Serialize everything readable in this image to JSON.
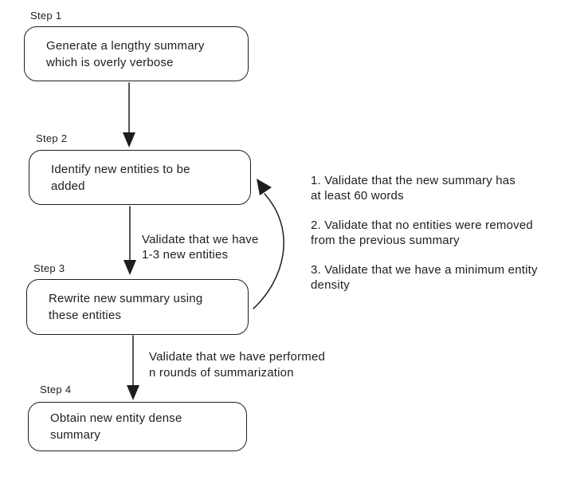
{
  "steps": [
    {
      "label": "Step 1",
      "line1": "Generate a lengthy summary",
      "line2": "which is overly verbose"
    },
    {
      "label": "Step 2",
      "line1": "Identify new entities to be",
      "line2": "added"
    },
    {
      "label": "Step 3",
      "line1": "Rewrite new summary using",
      "line2": "these entities"
    },
    {
      "label": "Step 4",
      "line1": "Obtain new entity dense",
      "line2": "summary"
    }
  ],
  "edge_labels": {
    "step2_to_step3": {
      "line1": "Validate that we have",
      "line2": "1-3 new entities"
    },
    "step3_to_step4": {
      "line1": "Validate that we have performed",
      "line2": "n rounds of summarization"
    }
  },
  "validations": [
    {
      "line1": "1. Validate that the new summary has",
      "line2": "at least 60 words"
    },
    {
      "line1": "2. Validate that no entities were removed",
      "line2": "from the previous summary"
    },
    {
      "line1": "3. Validate that we have a minimum entity",
      "line2": "density"
    }
  ],
  "colors": {
    "stroke": "#1e1e1e",
    "background": "#ffffff"
  }
}
